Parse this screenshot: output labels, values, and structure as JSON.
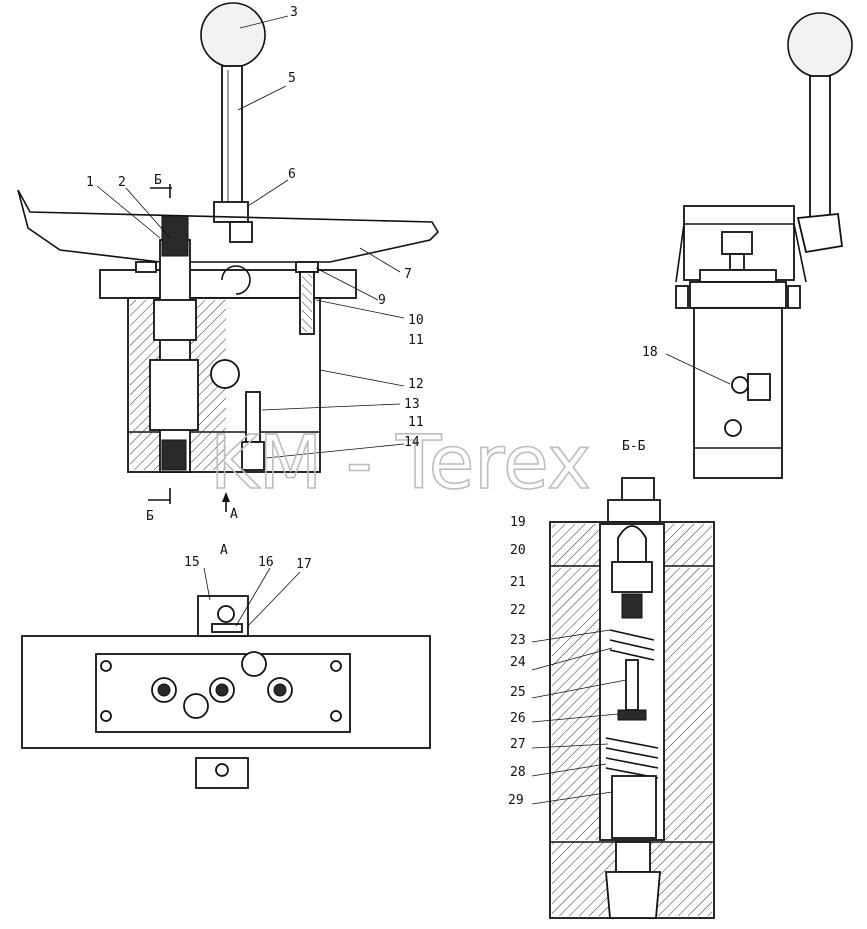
{
  "watermark": "KM - Terex",
  "view_labels": {
    "section_b_top": "Б",
    "section_b_bottom": "Б",
    "view_a_arrow": "А",
    "view_a_title": "А",
    "section_bb_title": "Б-Б"
  },
  "callouts": [
    {
      "id": "c1",
      "text": "1"
    },
    {
      "id": "c2",
      "text": "2"
    },
    {
      "id": "c3",
      "text": "3"
    },
    {
      "id": "c5",
      "text": "5"
    },
    {
      "id": "c6",
      "text": "6"
    },
    {
      "id": "c7",
      "text": "7"
    },
    {
      "id": "c9",
      "text": "9"
    },
    {
      "id": "c10",
      "text": "10"
    },
    {
      "id": "c11a",
      "text": "11"
    },
    {
      "id": "c12",
      "text": "12"
    },
    {
      "id": "c13",
      "text": "13"
    },
    {
      "id": "c11b",
      "text": "11"
    },
    {
      "id": "c14",
      "text": "14"
    },
    {
      "id": "c15",
      "text": "15"
    },
    {
      "id": "c16",
      "text": "16"
    },
    {
      "id": "c17",
      "text": "17"
    },
    {
      "id": "c18",
      "text": "18"
    },
    {
      "id": "c19",
      "text": "19"
    },
    {
      "id": "c20",
      "text": "20"
    },
    {
      "id": "c21",
      "text": "21"
    },
    {
      "id": "c22",
      "text": "22"
    },
    {
      "id": "c23",
      "text": "23"
    },
    {
      "id": "c24",
      "text": "24"
    },
    {
      "id": "c25",
      "text": "25"
    },
    {
      "id": "c26",
      "text": "26"
    },
    {
      "id": "c27",
      "text": "27"
    },
    {
      "id": "c28",
      "text": "28"
    },
    {
      "id": "c29",
      "text": "29"
    }
  ]
}
